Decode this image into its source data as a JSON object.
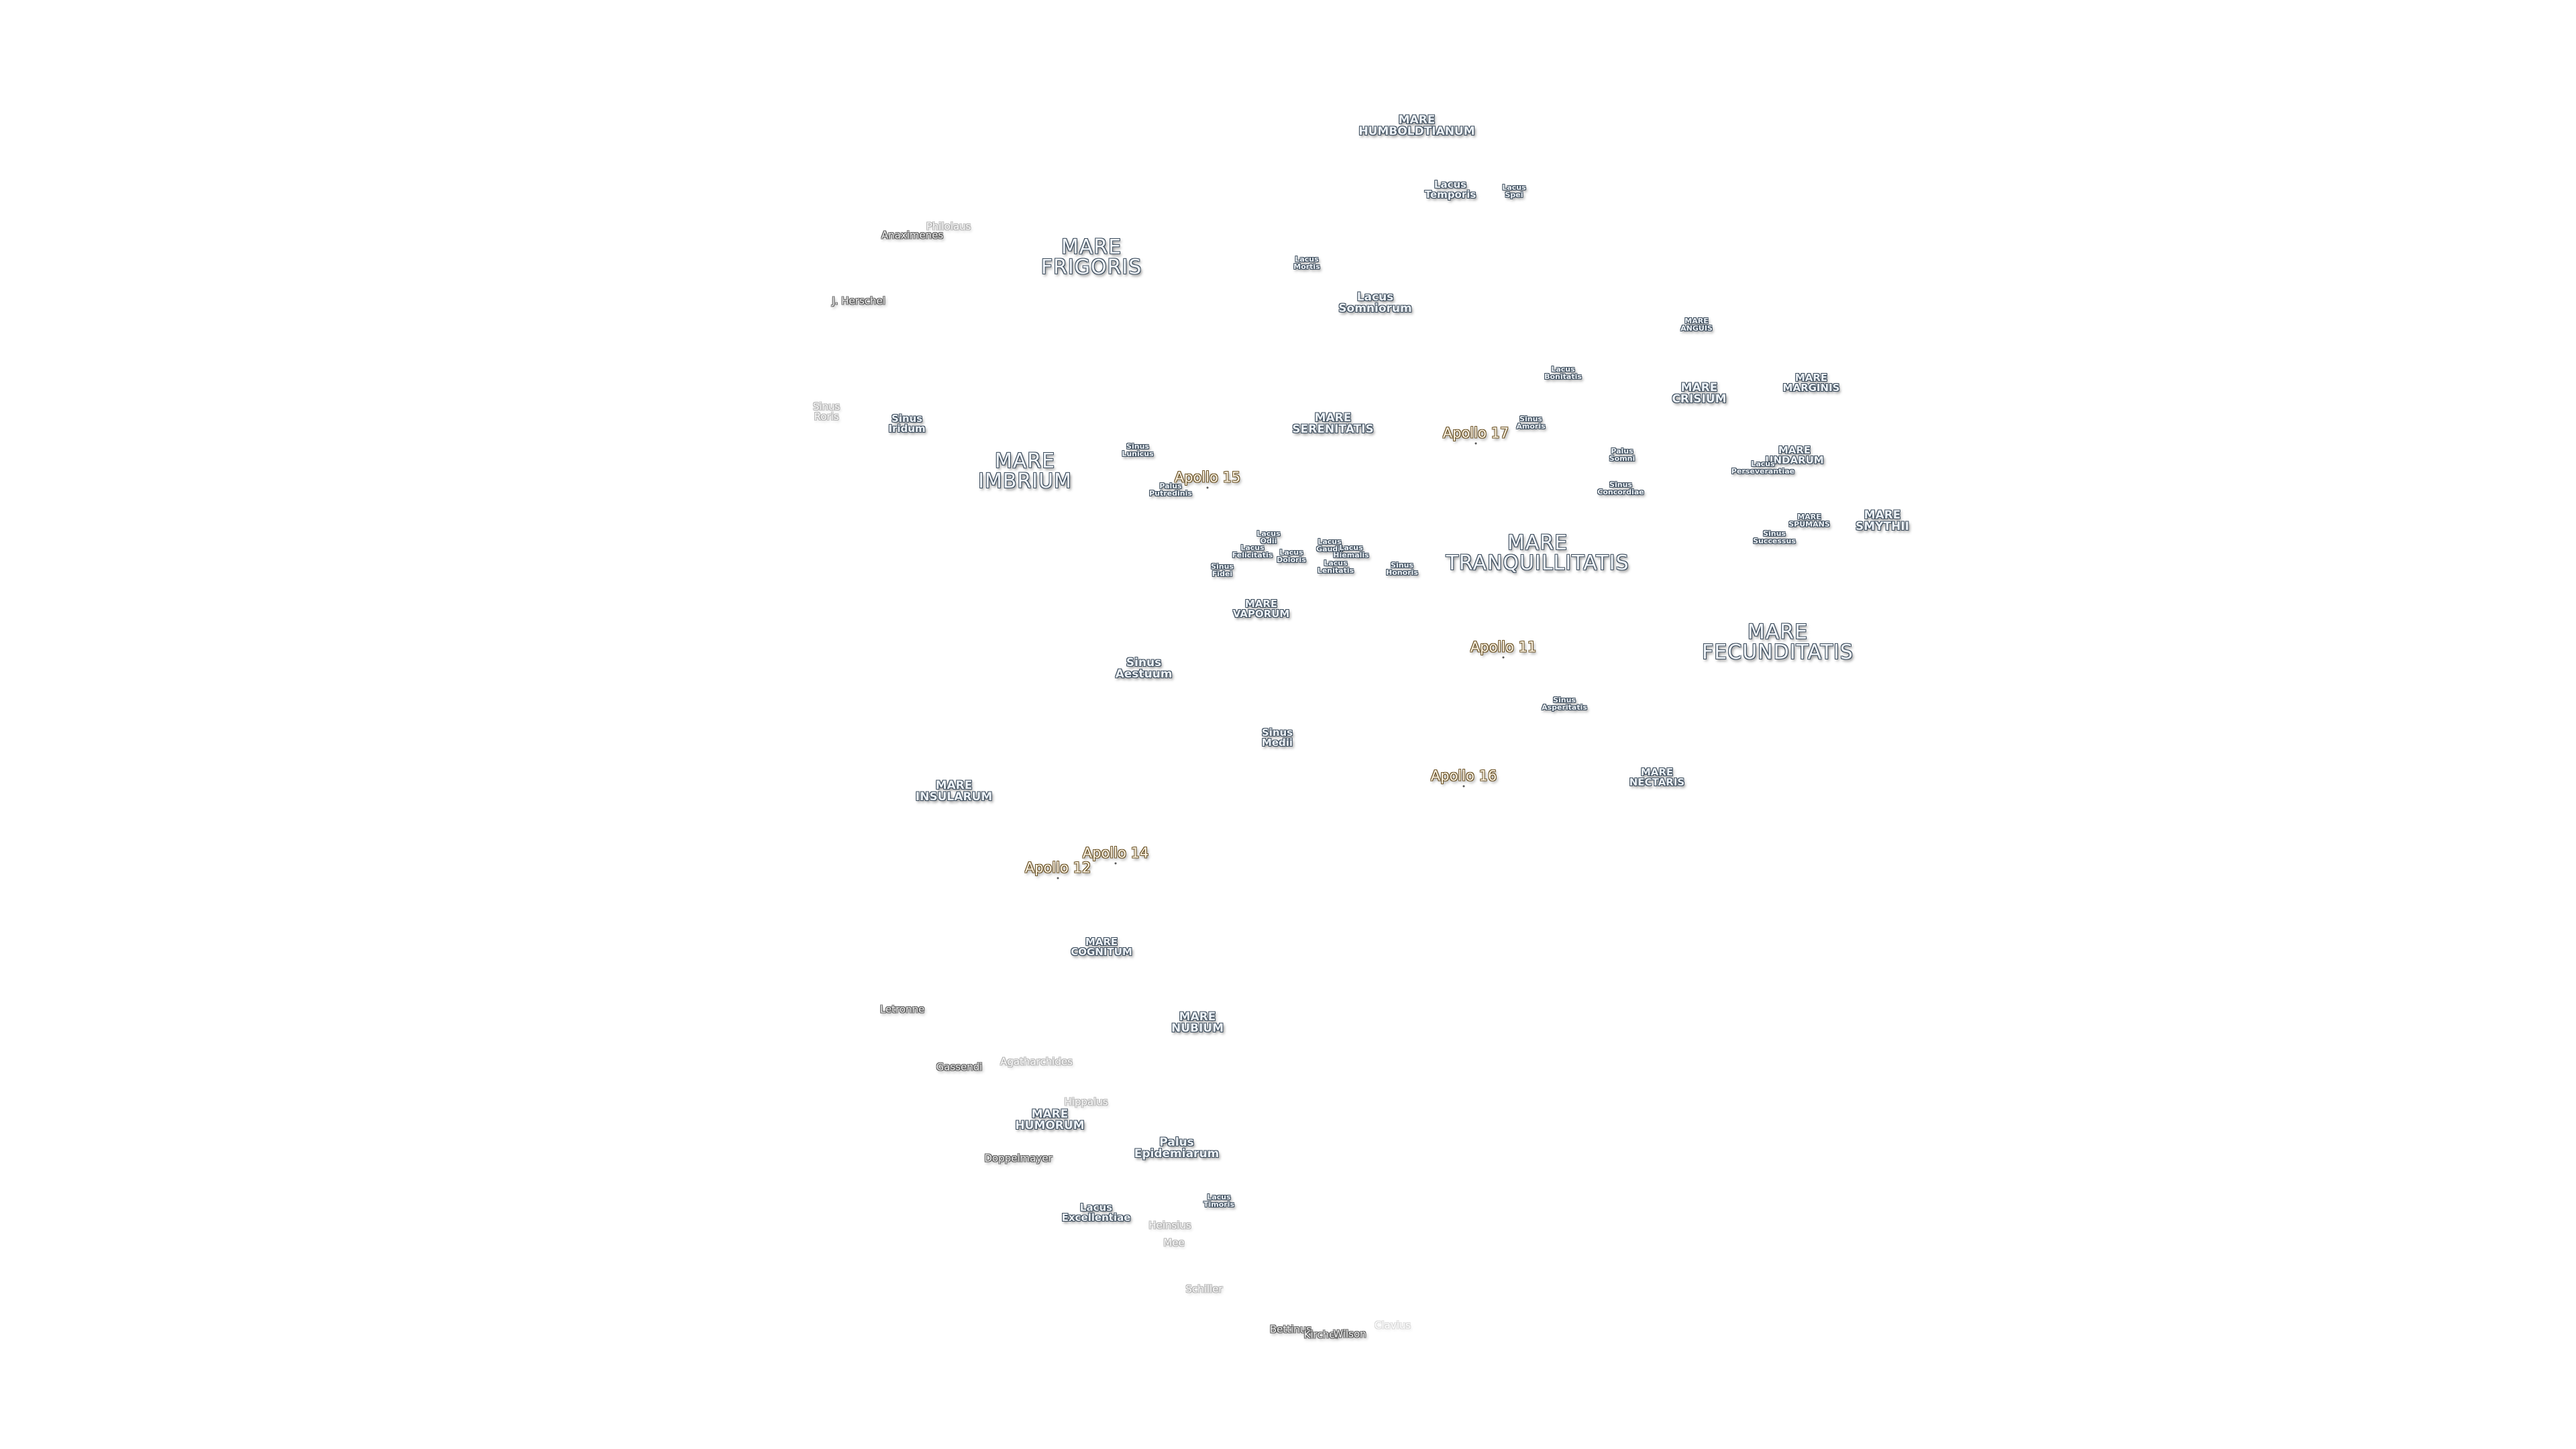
{
  "colors": {
    "background": "#ffffff",
    "label_fill": "#eef3f8",
    "label_outline": "#3a4a5a",
    "apollo_fill": "#fff6e6",
    "apollo_outline": "#6a5226"
  },
  "features": [
    {
      "id": "mare-humboldtianum",
      "text": "MARE\nHUMBOLDTIANUM",
      "kind": "mare-sm"
    },
    {
      "id": "lacus-temporis",
      "text": "Lacus\nTemporis",
      "kind": "lacus"
    },
    {
      "id": "lacus-spei",
      "text": "Lacus\nSpei",
      "kind": "tiny"
    },
    {
      "id": "anaximenes",
      "text": "Anaximenes",
      "kind": "crater"
    },
    {
      "id": "philolaus",
      "text": "Philolaus",
      "kind": "crater-faint"
    },
    {
      "id": "mare-frigoris",
      "text": "MARE\nFRIGORIS",
      "kind": "mare"
    },
    {
      "id": "lacus-mortis",
      "text": "Lacus\nMortis",
      "kind": "tiny"
    },
    {
      "id": "lacus-somniorum",
      "text": "Lacus\nSomniorum",
      "kind": "mare-sm"
    },
    {
      "id": "j-herschel",
      "text": "J. Herschel",
      "kind": "crater"
    },
    {
      "id": "mare-anguis",
      "text": "MARE\nANGUIS",
      "kind": "tiny"
    },
    {
      "id": "lacus-bonitatis",
      "text": "Lacus\nBonitatis",
      "kind": "tiny"
    },
    {
      "id": "mare-crisium",
      "text": "MARE\nCRISIUM",
      "kind": "mare-sm"
    },
    {
      "id": "mare-marginis",
      "text": "MARE\nMARGINIS",
      "kind": "lacus"
    },
    {
      "id": "sinus-roris",
      "text": "Sinus\nRoris",
      "kind": "crater-faint"
    },
    {
      "id": "sinus-iridum",
      "text": "Sinus\nIridum",
      "kind": "lacus"
    },
    {
      "id": "mare-serenitatis",
      "text": "MARE\nSERENITATIS",
      "kind": "mare-sm"
    },
    {
      "id": "sinus-amoris",
      "text": "Sinus\nAmoris",
      "kind": "tiny"
    },
    {
      "id": "mare-imbrium",
      "text": "MARE\nIMBRIUM",
      "kind": "mare"
    },
    {
      "id": "sinus-lunicus",
      "text": "Sinus\nLunicus",
      "kind": "tiny"
    },
    {
      "id": "palus-putredinis",
      "text": "Palus\nPutredinis",
      "kind": "tiny"
    },
    {
      "id": "palus-somni",
      "text": "Palus\nSomni",
      "kind": "tiny"
    },
    {
      "id": "mare-undarum",
      "text": "MARE\nUNDARUM",
      "kind": "lacus"
    },
    {
      "id": "lacus-perseverantiae",
      "text": "Lacus\nPerseverantiae",
      "kind": "tiny"
    },
    {
      "id": "sinus-concordiae",
      "text": "Sinus\nConcordiae",
      "kind": "tiny"
    },
    {
      "id": "mare-spumans",
      "text": "MARE\nSPUMANS",
      "kind": "tiny"
    },
    {
      "id": "mare-smythii",
      "text": "MARE\nSMYTHII",
      "kind": "mare-sm"
    },
    {
      "id": "sinus-successus",
      "text": "Sinus\nSuccessus",
      "kind": "tiny"
    },
    {
      "id": "lacus-odii",
      "text": "Lacus\nOdii",
      "kind": "tiny"
    },
    {
      "id": "lacus-felicitatis",
      "text": "Lacus\nFelicitatis",
      "kind": "tiny"
    },
    {
      "id": "lacus-doloris",
      "text": "Lacus\nDoloris",
      "kind": "tiny"
    },
    {
      "id": "lacus-gaudii",
      "text": "Lacus\nGaudii",
      "kind": "tiny"
    },
    {
      "id": "lacus-hiemalis",
      "text": "Lacus\nHiemalis",
      "kind": "tiny"
    },
    {
      "id": "lacus-lenitatis",
      "text": "Lacus\nLenitatis",
      "kind": "tiny"
    },
    {
      "id": "sinus-fidei",
      "text": "Sinus\nFidei",
      "kind": "tiny"
    },
    {
      "id": "sinus-honoris",
      "text": "Sinus\nHonoris",
      "kind": "tiny"
    },
    {
      "id": "mare-tranquillitatis",
      "text": "MARE\nTRANQUILLITATIS",
      "kind": "mare"
    },
    {
      "id": "mare-vaporum",
      "text": "MARE\nVAPORUM",
      "kind": "lacus"
    },
    {
      "id": "mare-fecunditatis",
      "text": "MARE\nFECUNDITATIS",
      "kind": "mare"
    },
    {
      "id": "sinus-aestuum",
      "text": "Sinus\nAestuum",
      "kind": "mare-sm"
    },
    {
      "id": "sinus-asperitatis",
      "text": "Sinus\nAsperitatis",
      "kind": "tiny"
    },
    {
      "id": "sinus-medii",
      "text": "Sinus\nMedii",
      "kind": "lacus"
    },
    {
      "id": "mare-nectaris",
      "text": "MARE\nNECTARIS",
      "kind": "lacus"
    },
    {
      "id": "mare-insularum",
      "text": "MARE\nINSULARUM",
      "kind": "mare-sm"
    },
    {
      "id": "mare-cognitum",
      "text": "MARE\nCOGNITUM",
      "kind": "lacus"
    },
    {
      "id": "letronne",
      "text": "Letronne",
      "kind": "crater"
    },
    {
      "id": "mare-nubium",
      "text": "MARE\nNUBIUM",
      "kind": "mare-sm"
    },
    {
      "id": "gassendi",
      "text": "Gassendi",
      "kind": "crater"
    },
    {
      "id": "agatharchides",
      "text": "Agatharchides",
      "kind": "crater-faint"
    },
    {
      "id": "hippalus",
      "text": "Hippalus",
      "kind": "crater-faint"
    },
    {
      "id": "mare-humorum",
      "text": "MARE\nHUMORUM",
      "kind": "mare-sm"
    },
    {
      "id": "palus-epidemiarum",
      "text": "Palus\nEpidemiarum",
      "kind": "mare-sm"
    },
    {
      "id": "doppelmayer",
      "text": "Doppelmayer",
      "kind": "crater"
    },
    {
      "id": "lacus-timoris",
      "text": "Lacus\nTimoris",
      "kind": "tiny"
    },
    {
      "id": "lacus-excellentiae",
      "text": "Lacus\nExcellentiae",
      "kind": "lacus"
    },
    {
      "id": "heinsius",
      "text": "Heinsius",
      "kind": "crater-faint"
    },
    {
      "id": "mee",
      "text": "Mee",
      "kind": "crater-faint"
    },
    {
      "id": "schiller",
      "text": "Schiller",
      "kind": "crater-faint"
    },
    {
      "id": "bettinus",
      "text": "Bettinus",
      "kind": "crater"
    },
    {
      "id": "kircher",
      "text": "Kircher",
      "kind": "crater"
    },
    {
      "id": "wilson",
      "text": "Wilson",
      "kind": "crater"
    },
    {
      "id": "clavius",
      "text": "Clavius",
      "kind": "crater-faint2"
    },
    {
      "id": "apollo-15",
      "text": "Apollo 15",
      "kind": "apollo"
    },
    {
      "id": "apollo-17",
      "text": "Apollo 17",
      "kind": "apollo"
    },
    {
      "id": "apollo-11",
      "text": "Apollo 11",
      "kind": "apollo"
    },
    {
      "id": "apollo-16",
      "text": "Apollo 16",
      "kind": "apollo"
    },
    {
      "id": "apollo-14",
      "text": "Apollo 14",
      "kind": "apollo"
    },
    {
      "id": "apollo-12",
      "text": "Apollo 12",
      "kind": "apollo"
    }
  ]
}
